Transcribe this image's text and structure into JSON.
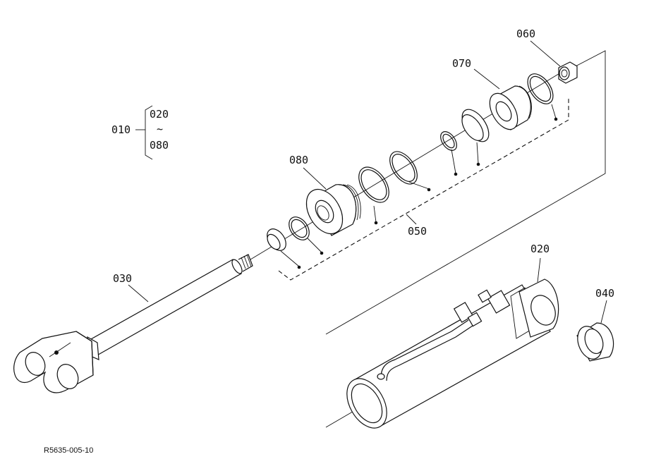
{
  "diagram": {
    "drawing_code": "R5635-005-10",
    "callouts": {
      "assembly": "010",
      "range_start": "020",
      "range_sep": "~",
      "range_end": "080",
      "tube": "020",
      "rod": "030",
      "bushing": "040",
      "seal_kit": "050",
      "nut": "060",
      "gland": "070",
      "piston": "080"
    }
  }
}
